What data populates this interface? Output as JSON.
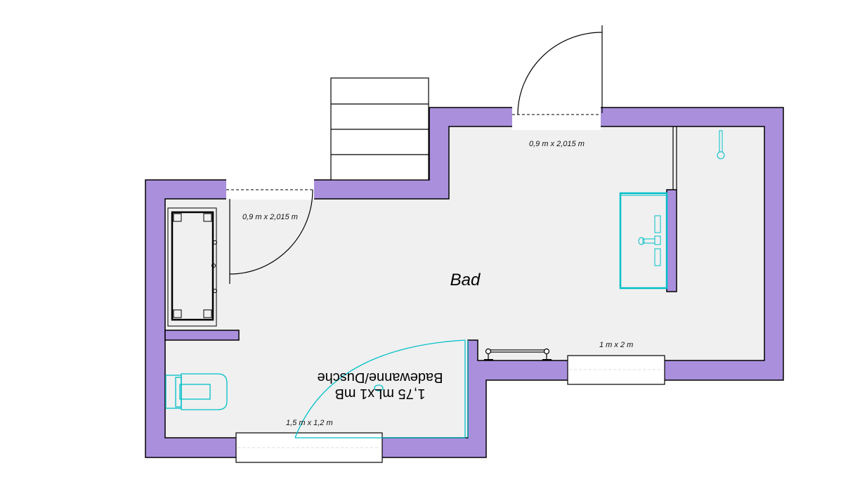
{
  "plan": {
    "room_name": "Bad",
    "door_top_left_label": "0,9 m x 2,015 m",
    "door_top_right_label": "0,9 m x 2,015 m",
    "window_right_label": "1 m x 2 m",
    "window_bottom_label": "1,5 m x 1,2 m",
    "bathtub_label_line1": "Badewanne/Dusche",
    "bathtub_label_line2": "1,75 mLx1 mB"
  },
  "colors": {
    "wall": "#aa8fdd",
    "floor": "#f0f0f0",
    "fixture": "#00bfc8"
  }
}
